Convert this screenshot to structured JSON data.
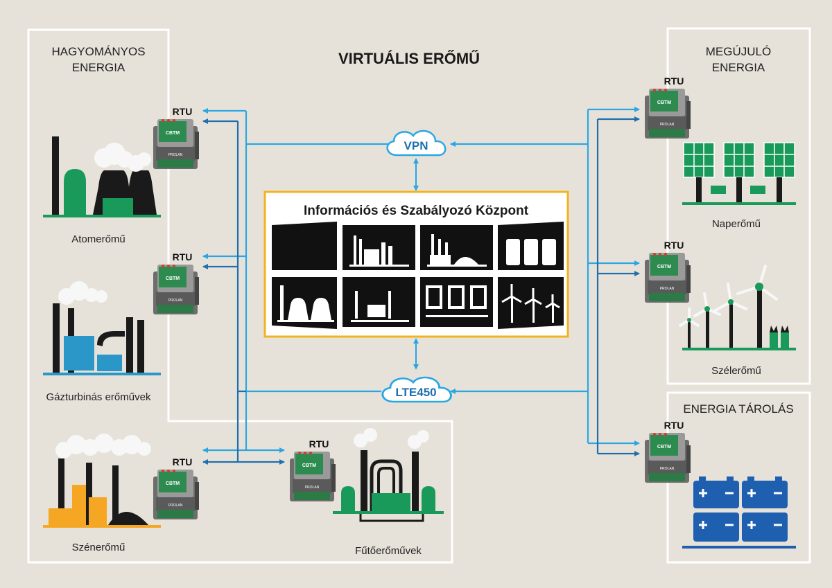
{
  "title": "VIRTUÁLIS ERŐMŰ",
  "center": {
    "title": "Információs és Szabályozó Központ"
  },
  "networks": {
    "vpn": "VPN",
    "lte": "LTE450"
  },
  "rtu": {
    "label": "RTU",
    "brand": "CBTM",
    "maker": "PROLAN"
  },
  "groups": {
    "conventional": {
      "line1": "HAGYOMÁNYOS",
      "line2": "ENERGIA"
    },
    "renewable": {
      "line1": "MEGÚJULÓ",
      "line2": "ENERGIA"
    },
    "storage": {
      "line1": "ENERGIA TÁROLÁS"
    }
  },
  "plants": {
    "nuclear": "Atomerőmű",
    "gas": "Gázturbinás erőművek",
    "coal": "Szénerőmű",
    "heating": "Fűtőerőművek",
    "solar": "Naperőmű",
    "wind": "Szélerőmű"
  },
  "colors": {
    "background": "#e7e2d9",
    "arrow": "#2aa7e3",
    "arrow_dark": "#1f6fae",
    "green": "#1a9a5a",
    "blue": "#2a97c8",
    "orange": "#f5a623",
    "battery": "#1f5fb0",
    "frame": "#f2b320"
  }
}
